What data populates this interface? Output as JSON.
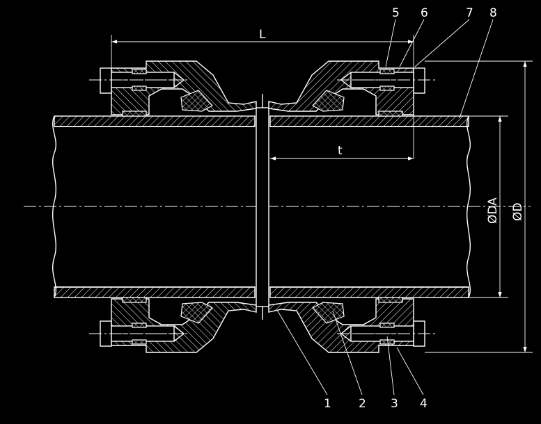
{
  "dimensions": {
    "length": "L",
    "depth": "t",
    "outer_pipe_diameter": "ØDA",
    "outer_diameter": "ØD"
  },
  "callouts": [
    "1",
    "2",
    "3",
    "4",
    "5",
    "6",
    "7",
    "8"
  ],
  "colors": {
    "background": "#000000",
    "lines": "#ffffff"
  }
}
